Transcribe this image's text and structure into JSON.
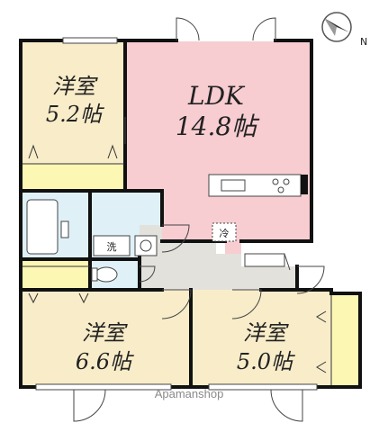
{
  "rooms": {
    "western_1": {
      "name": "洋室",
      "size": "5.2帖"
    },
    "ldk": {
      "name": "LDK",
      "size": "14.8帖"
    },
    "western_2": {
      "name": "洋室",
      "size": "6.6帖"
    },
    "western_3": {
      "name": "洋室",
      "size": "5.0帖"
    }
  },
  "fixtures": {
    "washer": "洗",
    "refrigerator": "冷"
  },
  "compass": {
    "label": "N"
  },
  "watermark": "Apamanshop",
  "colors": {
    "bedroom_fill": "#f8ecc9",
    "ldk_fill": "#f7cdd1",
    "wet_fill": "#dff0f7",
    "hall_fill": "#e3e1dc",
    "closet_fill": "#fdf7b4",
    "wall": "#111111"
  }
}
